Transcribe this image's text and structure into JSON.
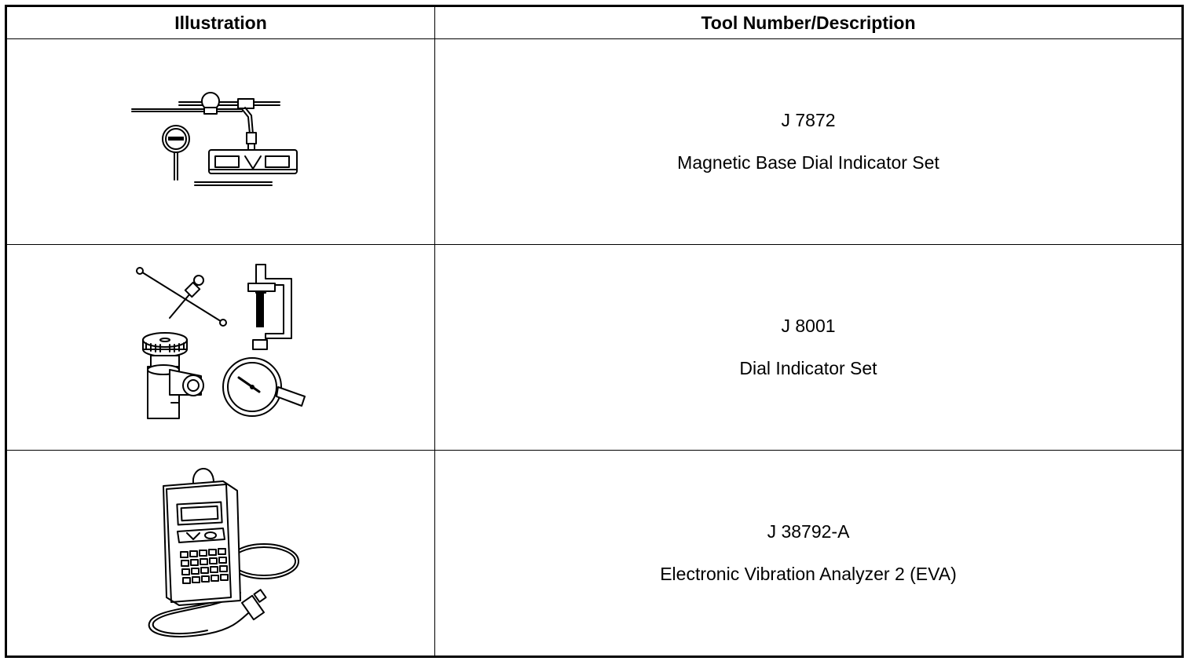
{
  "table": {
    "headers": {
      "illustration": "Illustration",
      "description": "Tool Number/Description"
    },
    "rows": [
      {
        "tool_number": "J 7872",
        "description": "Magnetic Base Dial Indicator Set",
        "icon": "magnetic-base-dial-indicator-icon"
      },
      {
        "tool_number": "J 8001",
        "description": "Dial Indicator Set",
        "icon": "dial-indicator-set-icon"
      },
      {
        "tool_number": "J 38792-A",
        "description": "Electronic Vibration Analyzer 2 (EVA)",
        "icon": "vibration-analyzer-icon"
      }
    ]
  },
  "colors": {
    "line": "#000000",
    "background": "#ffffff"
  }
}
